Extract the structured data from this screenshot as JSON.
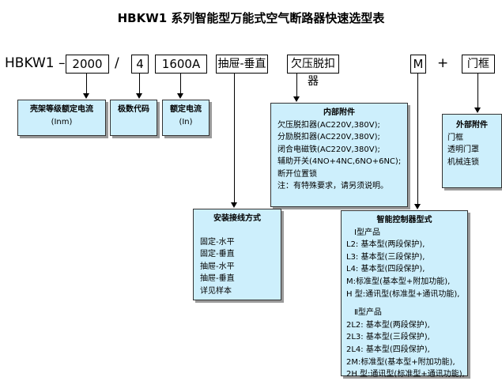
{
  "title": "HBKW1 系列智能型万能式空气断路器快速选型表",
  "model": {
    "prefix": "HBKW1 –",
    "frame_current": "2000",
    "sep1": "/",
    "poles": "4",
    "rated_current": "1600A",
    "install": "抽屉-垂直",
    "release": "欠压脱扣器",
    "type_code": "M",
    "plus": "+",
    "door": "门框"
  },
  "boxes": {
    "frame": {
      "title": "壳架等级额定电流",
      "sub": "(Inm)"
    },
    "poles": {
      "title": "极数代码"
    },
    "rated": {
      "title": "额定电流",
      "sub": "(In)"
    },
    "internal": {
      "title": "内部附件",
      "items": [
        "欠压脱扣器(AC220V,380V);",
        "分励脱扣器(AC220V,380V);",
        "闭合电磁铁(AC220V,380V);",
        "辅助开关(4NO+4NC,6NO+6NC);",
        "断开位置锁",
        "注：有特殊要求，请另须说明。"
      ]
    },
    "external": {
      "title": "外部附件",
      "items": [
        "门框",
        "透明门罩",
        "机械连锁"
      ]
    },
    "install": {
      "title": "安装接线方式",
      "items": [
        "固定-水平",
        "固定-垂直",
        "抽屉-水平",
        "抽屉-垂直",
        "详见样本"
      ]
    },
    "smart": {
      "title": "智能控制器型式",
      "group1_title": "Ⅰ型产品",
      "group1": [
        "L2: 基本型(两段保护),",
        "L3: 基本型(三段保护),",
        "L4: 基本型(四段保护),",
        "M:标准型(基本型+附加功能),",
        "H 型:通讯型(标准型+通讯功能),"
      ],
      "group2_title": "Ⅱ型产品",
      "group2": [
        "2L2: 基本型(两段保护),",
        "2L3: 基本型(三段保护),",
        "2L4: 基本型(四段保护),",
        "2M:标准型(基本型+附加功能),",
        "2H 型:通讯型(标准型+通讯功能),"
      ]
    }
  }
}
